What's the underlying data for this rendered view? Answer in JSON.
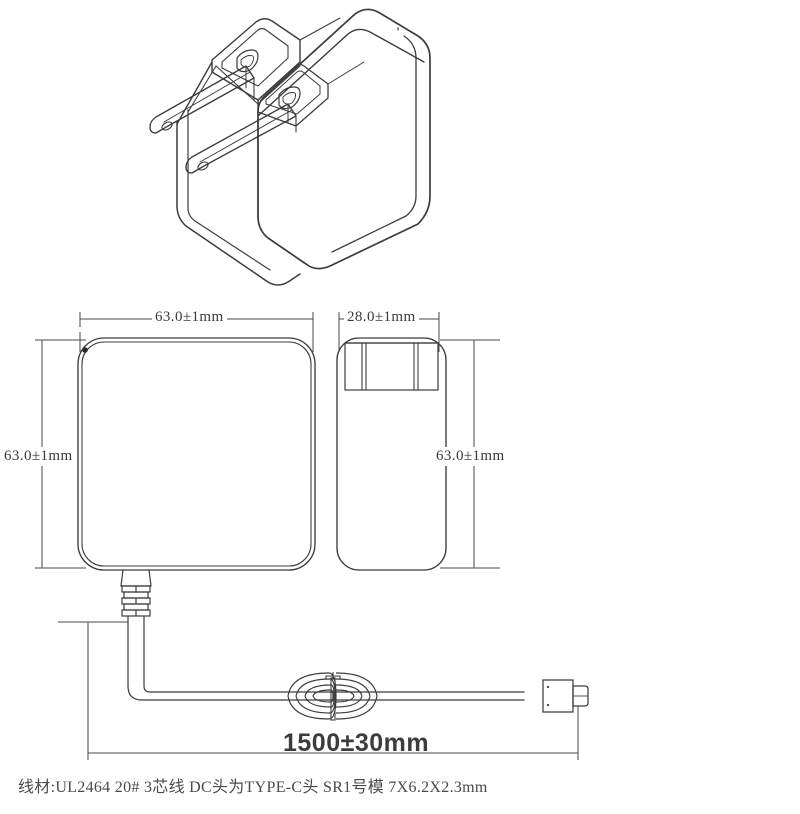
{
  "drawing": {
    "title": "Power adapter mechanical drawing",
    "background_color": "#ffffff",
    "line_color": "#3a3a3a",
    "text_color": "#3a3a3a"
  },
  "views": {
    "isometric": {
      "name": "3D isometric view of wall charger with folding prongs"
    },
    "front": {
      "name": "Front view of adapter body"
    },
    "side": {
      "name": "Side view of adapter body with plug blade slots"
    },
    "cable": {
      "name": "Cable run with coil tie and USB Type-C connector"
    }
  },
  "dimensions": {
    "front_width": "63.0±1mm",
    "front_height": "63.0±1mm",
    "side_width": "28.0±1mm",
    "side_height": "63.0±1mm",
    "cable_length": "1500±30mm"
  },
  "notes": {
    "spec_line": "线材:UL2464  20#   3芯线 DC头为TYPE-C头  SR1号模  7X6.2X2.3mm"
  }
}
